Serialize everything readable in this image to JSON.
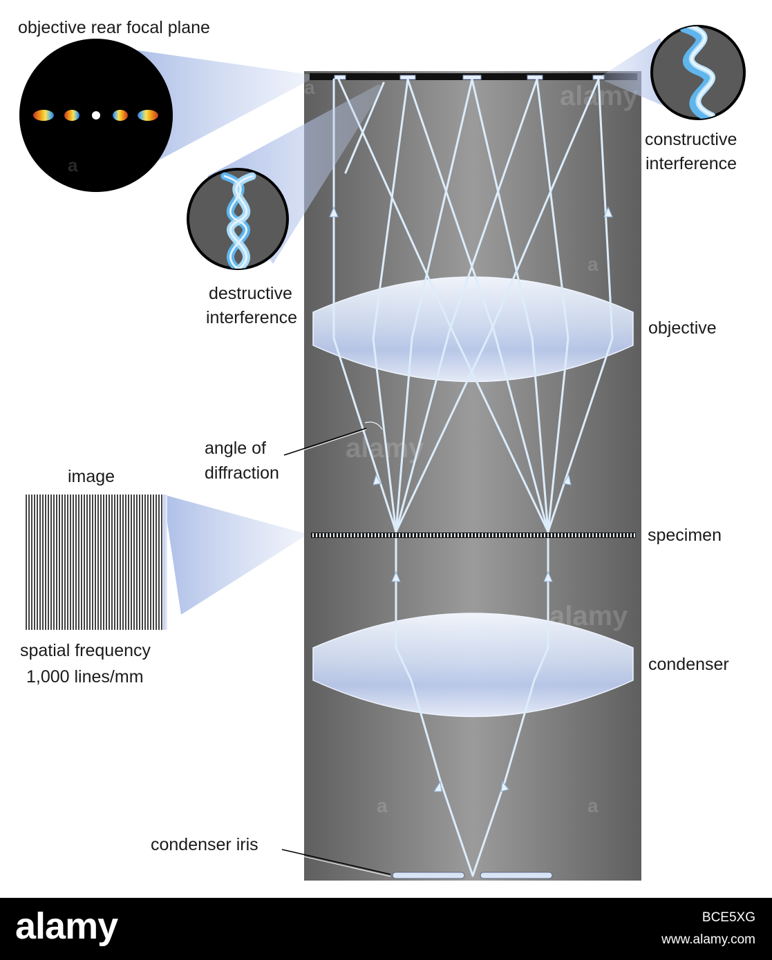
{
  "labels": {
    "rear_focal_plane": "objective rear focal plane",
    "constructive_1": "constructive",
    "constructive_2": "interference",
    "destructive_1": "destructive",
    "destructive_2": "interference",
    "objective": "objective",
    "angle_1": "angle of",
    "angle_2": "diffraction",
    "image": "image",
    "specimen": "specimen",
    "spatial_1": "spatial frequency",
    "spatial_2": "1,000 lines/mm",
    "condenser": "condenser",
    "condenser_iris": "condenser iris"
  },
  "watermark": {
    "word": "alamy",
    "mark": "a"
  },
  "footer": {
    "brand": "alamy",
    "image_id": "BCE5XG",
    "url": "www.alamy.com"
  },
  "colors": {
    "column_edge": "#5f5f5f",
    "column_center": "#9a9a9a",
    "ray": "#dcecfa",
    "lens": "#c8d8f2",
    "beam": "#aebfe6"
  }
}
